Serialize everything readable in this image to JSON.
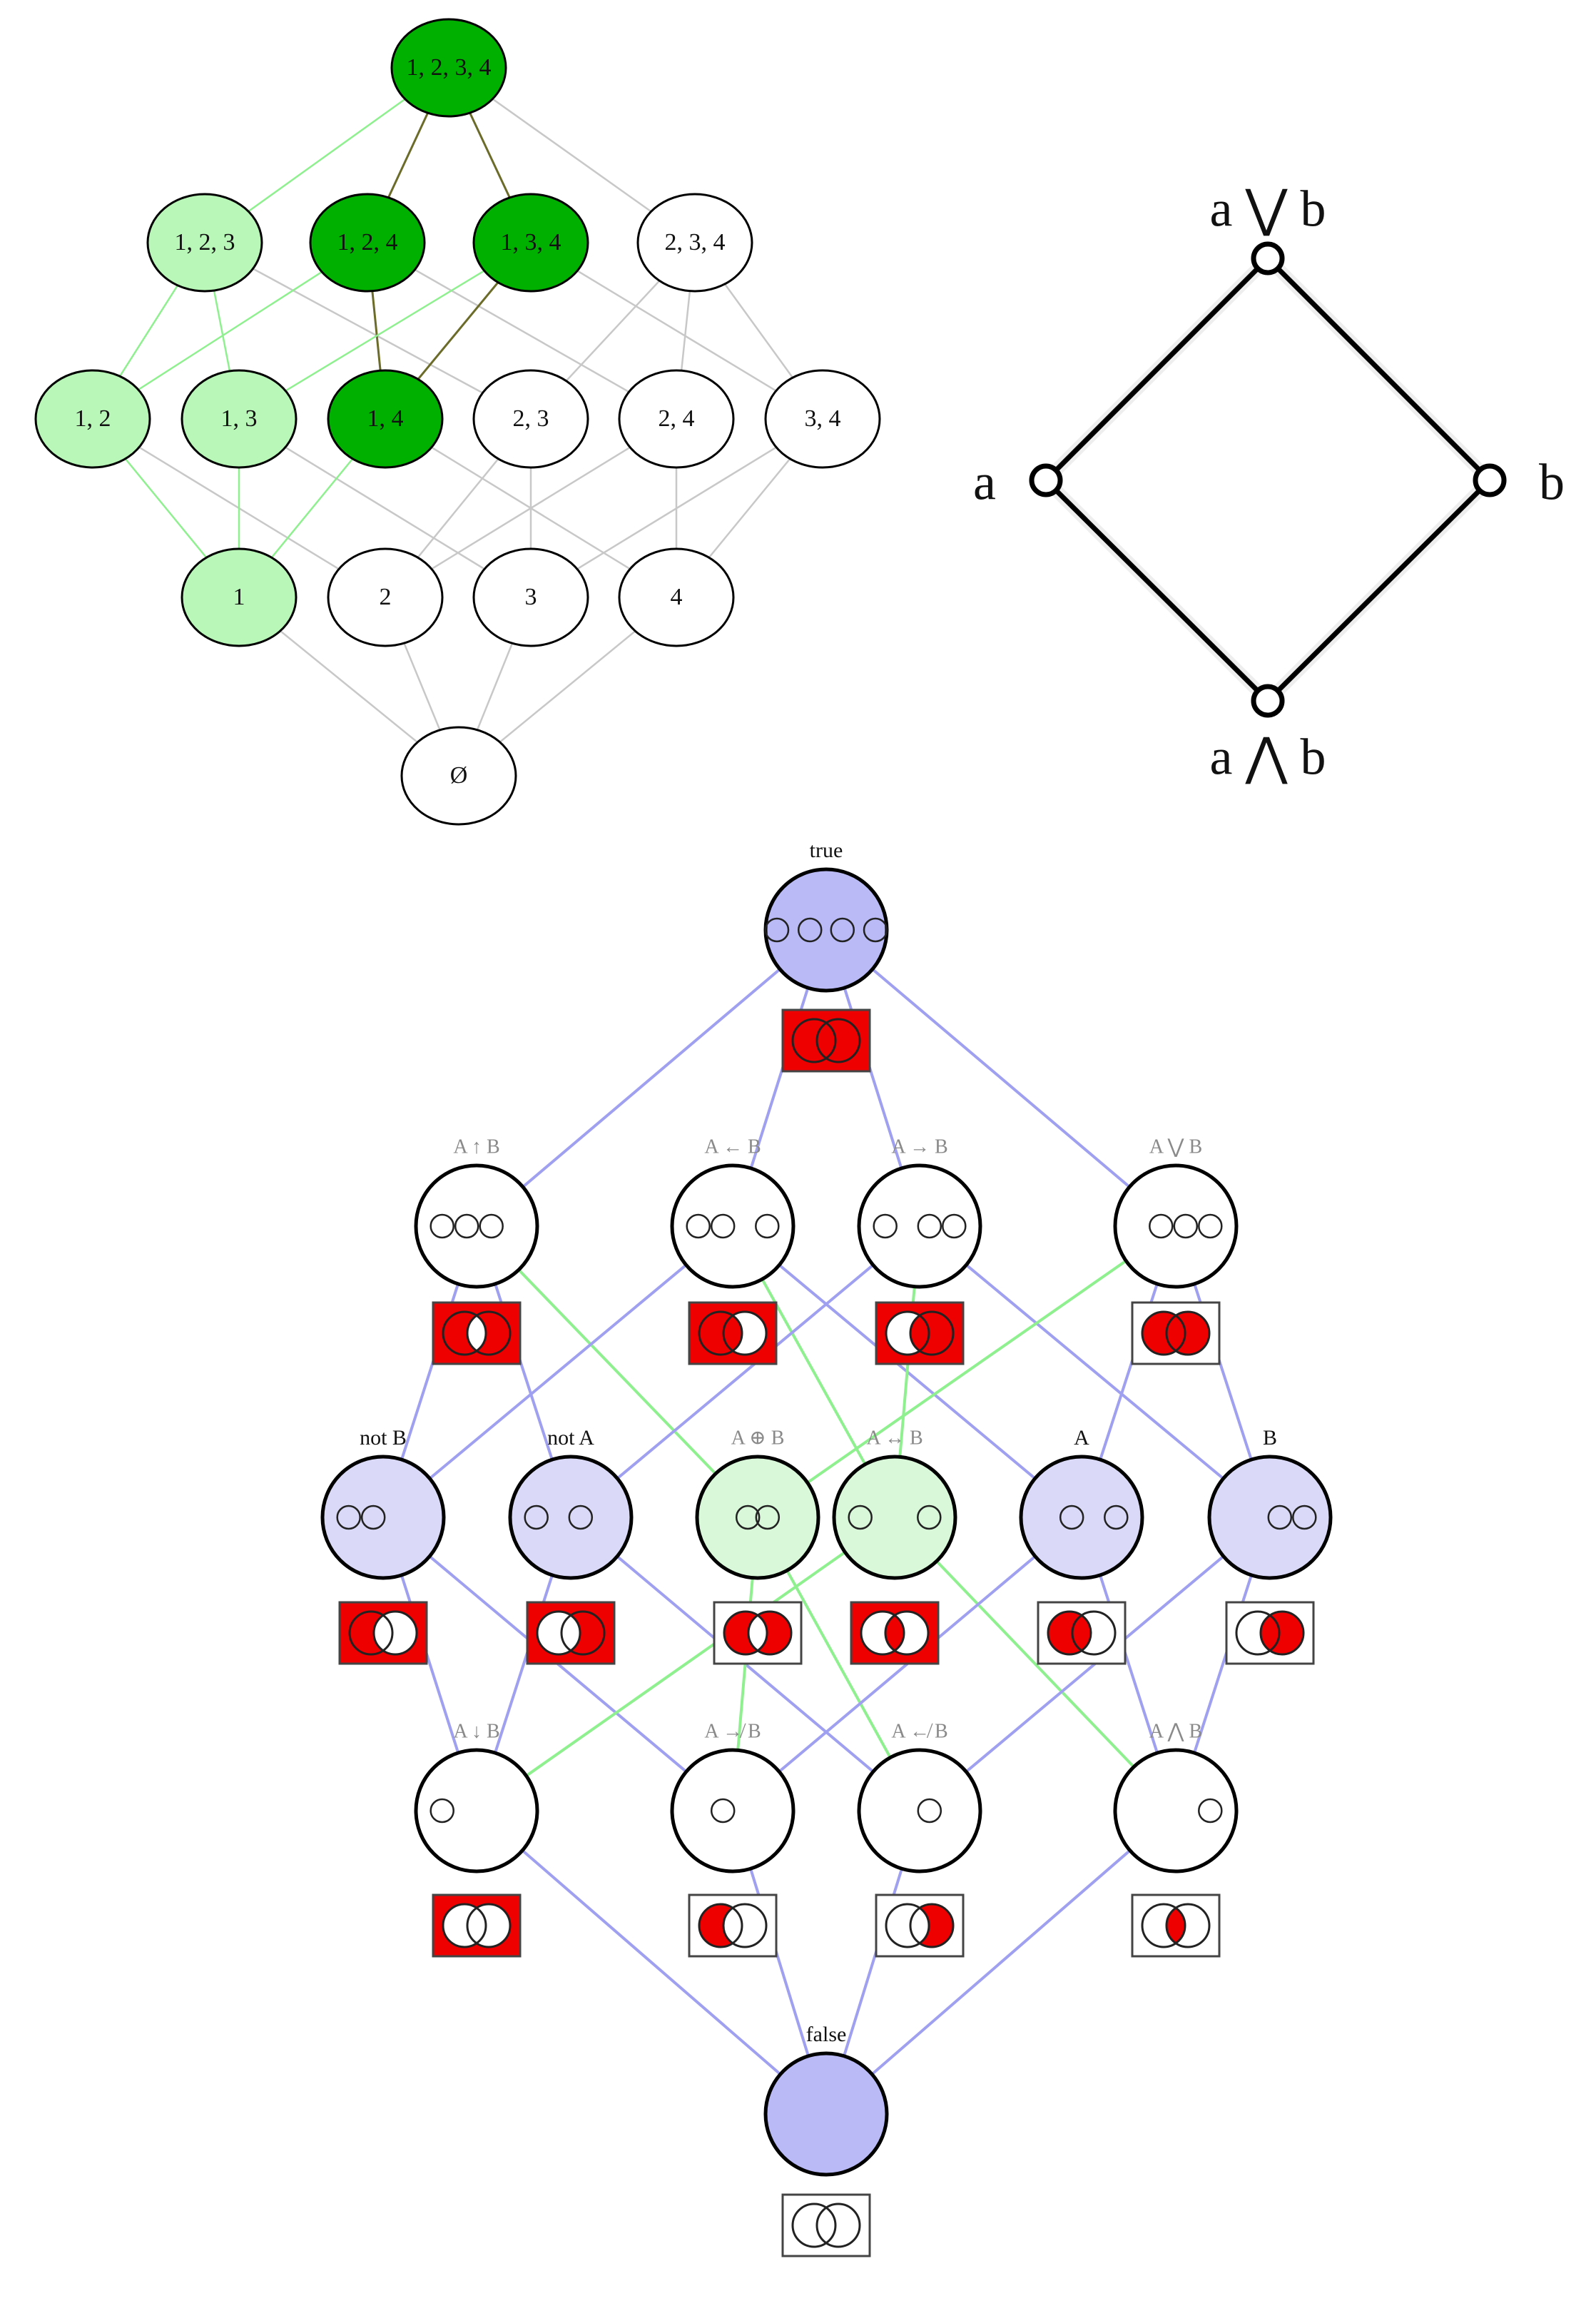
{
  "colors": {
    "gray_edge": "#c8c8c8",
    "green_edge": "#8ff08f",
    "olive_edge": "#6b6b2a",
    "dark_green": "#00b000",
    "light_green": "#b9f7b9",
    "blue_edge": "#a0a0f0",
    "blue_fill": "#babaf7",
    "light_blue_fill": "#dadaf8",
    "light_green_fill": "#d9f7d9",
    "red": "#ee0000"
  },
  "subset_lattice": {
    "nodes": [
      {
        "id": "1234",
        "label": "1, 2, 3, 4",
        "style": "dark"
      },
      {
        "id": "123",
        "label": "1, 2, 3",
        "style": "light"
      },
      {
        "id": "124",
        "label": "1, 2, 4",
        "style": "dark"
      },
      {
        "id": "134",
        "label": "1, 3, 4",
        "style": "dark"
      },
      {
        "id": "234",
        "label": "2, 3, 4",
        "style": "white"
      },
      {
        "id": "12",
        "label": "1, 2",
        "style": "light"
      },
      {
        "id": "13",
        "label": "1, 3",
        "style": "light"
      },
      {
        "id": "14",
        "label": "1, 4",
        "style": "dark"
      },
      {
        "id": "23",
        "label": "2, 3",
        "style": "white"
      },
      {
        "id": "24",
        "label": "2, 4",
        "style": "white"
      },
      {
        "id": "34",
        "label": "3, 4",
        "style": "white"
      },
      {
        "id": "1",
        "label": "1",
        "style": "light"
      },
      {
        "id": "2",
        "label": "2",
        "style": "white"
      },
      {
        "id": "3",
        "label": "3",
        "style": "white"
      },
      {
        "id": "4",
        "label": "4",
        "style": "white"
      },
      {
        "id": "empty",
        "label": "Ø",
        "style": "white"
      }
    ],
    "edges": [
      [
        "1234",
        "123",
        "green"
      ],
      [
        "1234",
        "124",
        "olive"
      ],
      [
        "1234",
        "134",
        "olive"
      ],
      [
        "1234",
        "234",
        "gray"
      ],
      [
        "123",
        "12",
        "green"
      ],
      [
        "123",
        "13",
        "green"
      ],
      [
        "123",
        "23",
        "gray"
      ],
      [
        "124",
        "12",
        "green"
      ],
      [
        "124",
        "14",
        "olive"
      ],
      [
        "124",
        "24",
        "gray"
      ],
      [
        "134",
        "13",
        "green"
      ],
      [
        "134",
        "14",
        "olive"
      ],
      [
        "134",
        "34",
        "gray"
      ],
      [
        "234",
        "23",
        "gray"
      ],
      [
        "234",
        "24",
        "gray"
      ],
      [
        "234",
        "34",
        "gray"
      ],
      [
        "12",
        "1",
        "green"
      ],
      [
        "12",
        "2",
        "gray"
      ],
      [
        "13",
        "1",
        "green"
      ],
      [
        "13",
        "3",
        "gray"
      ],
      [
        "14",
        "1",
        "green"
      ],
      [
        "14",
        "4",
        "gray"
      ],
      [
        "23",
        "2",
        "gray"
      ],
      [
        "23",
        "3",
        "gray"
      ],
      [
        "24",
        "2",
        "gray"
      ],
      [
        "24",
        "4",
        "gray"
      ],
      [
        "34",
        "3",
        "gray"
      ],
      [
        "34",
        "4",
        "gray"
      ],
      [
        "1",
        "empty",
        "gray"
      ],
      [
        "2",
        "empty",
        "gray"
      ],
      [
        "3",
        "empty",
        "gray"
      ],
      [
        "4",
        "empty",
        "gray"
      ]
    ]
  },
  "diamond_lattice": {
    "nodes": [
      {
        "id": "join",
        "label": "a ⋁ b"
      },
      {
        "id": "a",
        "label": "a"
      },
      {
        "id": "b",
        "label": "b"
      },
      {
        "id": "meet",
        "label": "a ⋀ b"
      }
    ],
    "edges": [
      [
        "join",
        "a"
      ],
      [
        "join",
        "b"
      ],
      [
        "a",
        "meet"
      ],
      [
        "b",
        "meet"
      ]
    ]
  },
  "boolean_lattice": {
    "nodes": [
      {
        "id": "true",
        "label": "true",
        "fill": "blue",
        "venn": "all"
      },
      {
        "id": "nand",
        "label": "A ↑ B",
        "fill": "white",
        "venn": "nand"
      },
      {
        "id": "lconv",
        "label": "A ← B",
        "fill": "white",
        "venn": "a_or_notb"
      },
      {
        "id": "impl",
        "label": "A → B",
        "fill": "white",
        "venn": "nota_or_b"
      },
      {
        "id": "or",
        "label": "A ⋁ B",
        "fill": "white",
        "venn": "or"
      },
      {
        "id": "notb",
        "label": "not B",
        "fill": "lightblue",
        "venn": "notb"
      },
      {
        "id": "nota",
        "label": "not A",
        "fill": "lightblue",
        "venn": "nota"
      },
      {
        "id": "xor",
        "label": "A ⊕ B",
        "fill": "lightgreen",
        "venn": "xor"
      },
      {
        "id": "iff",
        "label": "A ↔ B",
        "fill": "lightgreen",
        "venn": "xnor"
      },
      {
        "id": "A",
        "label": "A",
        "fill": "lightblue",
        "venn": "a"
      },
      {
        "id": "B",
        "label": "B",
        "fill": "lightblue",
        "venn": "b"
      },
      {
        "id": "nor",
        "label": "A ↓ B",
        "fill": "white",
        "venn": "nor"
      },
      {
        "id": "nimpl",
        "label": "A ↛ B",
        "fill": "white",
        "venn": "a_not_b"
      },
      {
        "id": "ncimpl",
        "label": "A ↚ B",
        "fill": "white",
        "venn": "b_not_a"
      },
      {
        "id": "and",
        "label": "A ⋀ B",
        "fill": "white",
        "venn": "and"
      },
      {
        "id": "false",
        "label": "false",
        "fill": "blue",
        "venn": "none"
      }
    ],
    "edges": [
      [
        "true",
        "nand",
        "blue"
      ],
      [
        "true",
        "lconv",
        "blue"
      ],
      [
        "true",
        "impl",
        "blue"
      ],
      [
        "true",
        "or",
        "blue"
      ],
      [
        "nand",
        "notb",
        "blue"
      ],
      [
        "nand",
        "nota",
        "blue"
      ],
      [
        "nand",
        "xor",
        "green"
      ],
      [
        "lconv",
        "notb",
        "blue"
      ],
      [
        "lconv",
        "iff",
        "green"
      ],
      [
        "lconv",
        "A",
        "blue"
      ],
      [
        "impl",
        "nota",
        "blue"
      ],
      [
        "impl",
        "iff",
        "green"
      ],
      [
        "impl",
        "B",
        "blue"
      ],
      [
        "or",
        "xor",
        "green"
      ],
      [
        "or",
        "A",
        "blue"
      ],
      [
        "or",
        "B",
        "blue"
      ],
      [
        "notb",
        "nor",
        "blue"
      ],
      [
        "notb",
        "nimpl",
        "blue"
      ],
      [
        "nota",
        "nor",
        "blue"
      ],
      [
        "nota",
        "ncimpl",
        "blue"
      ],
      [
        "xor",
        "nimpl",
        "green"
      ],
      [
        "xor",
        "ncimpl",
        "green"
      ],
      [
        "iff",
        "nor",
        "green"
      ],
      [
        "iff",
        "and",
        "green"
      ],
      [
        "A",
        "nimpl",
        "blue"
      ],
      [
        "A",
        "and",
        "blue"
      ],
      [
        "B",
        "ncimpl",
        "blue"
      ],
      [
        "B",
        "and",
        "blue"
      ],
      [
        "nor",
        "false",
        "blue"
      ],
      [
        "nimpl",
        "false",
        "blue"
      ],
      [
        "ncimpl",
        "false",
        "blue"
      ],
      [
        "and",
        "false",
        "blue"
      ]
    ]
  }
}
